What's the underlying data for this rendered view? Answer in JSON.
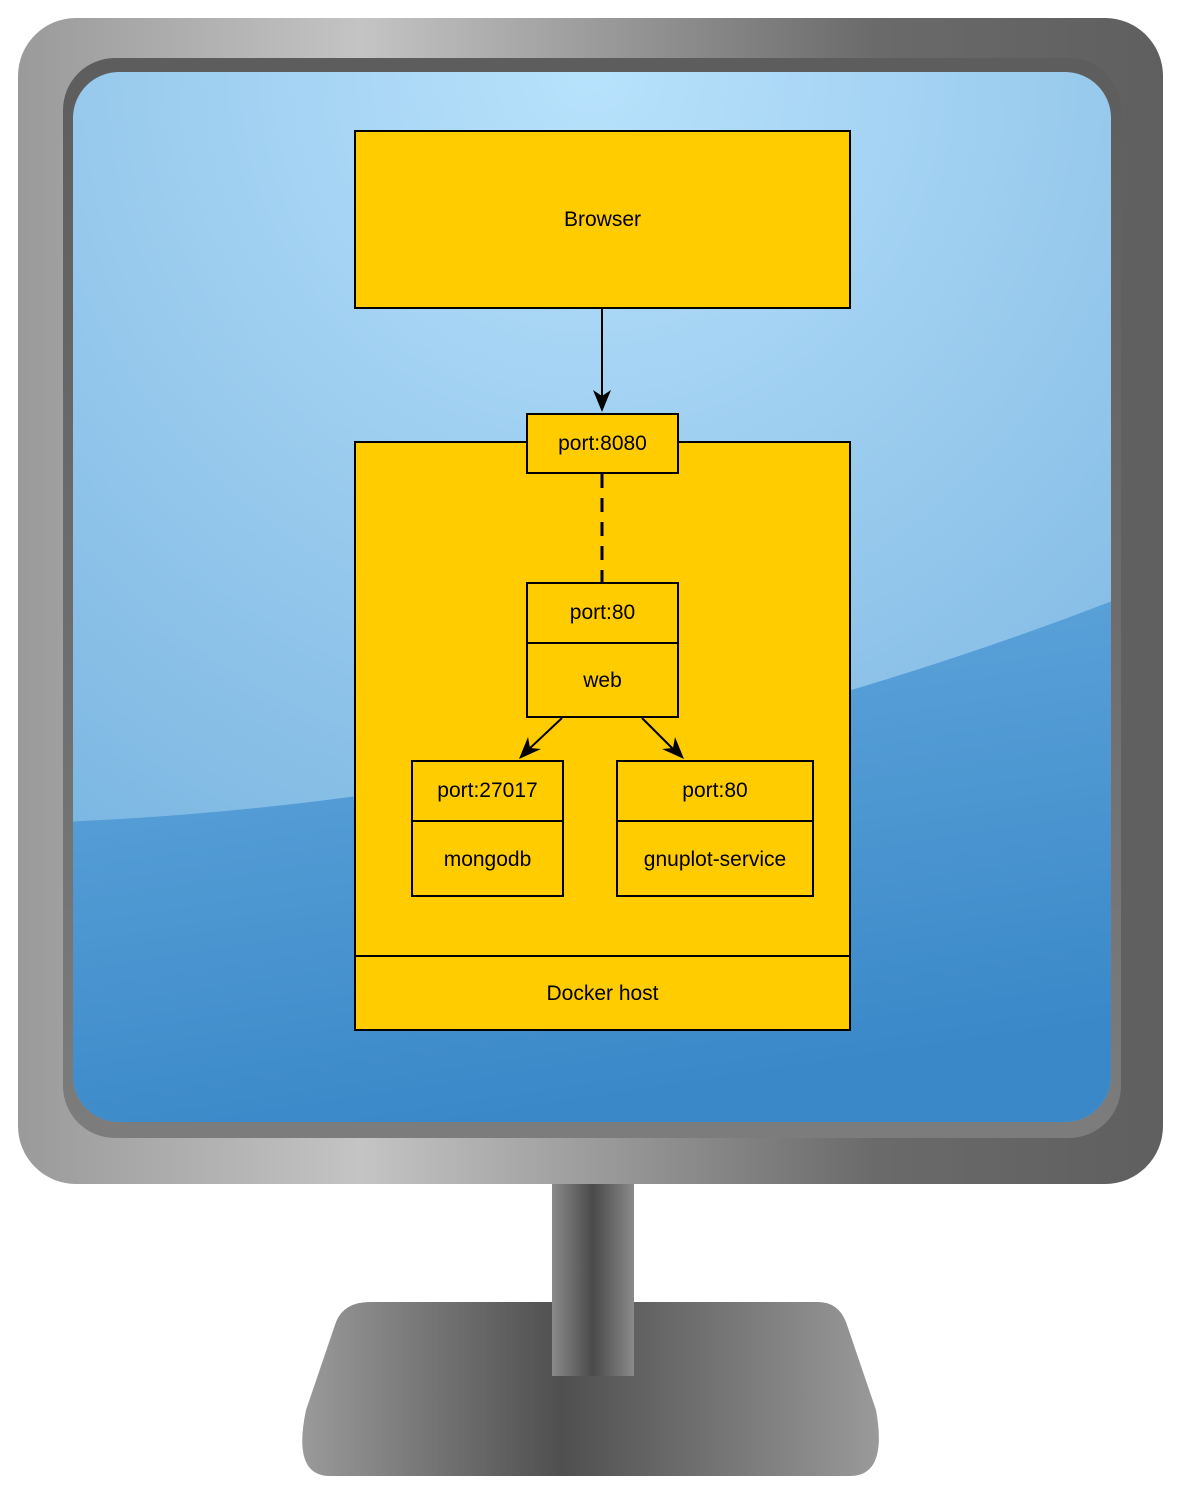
{
  "diagram": {
    "browser": {
      "label": "Browser"
    },
    "host_port": {
      "label": "port:8080"
    },
    "docker_host": {
      "label": "Docker host"
    },
    "web": {
      "port": "port:80",
      "name": "web"
    },
    "mongodb": {
      "port": "port:27017",
      "name": "mongodb"
    },
    "gnuplot": {
      "port": "port:80",
      "name": "gnuplot-service"
    }
  },
  "colors": {
    "box_fill": "#FFCC00",
    "stroke": "#000000",
    "screen_light": "#B3DEFA",
    "screen_dark": "#3A88C8",
    "bezel": "#6A6A6A"
  },
  "icons": {
    "monitor": "monitor-icon"
  }
}
